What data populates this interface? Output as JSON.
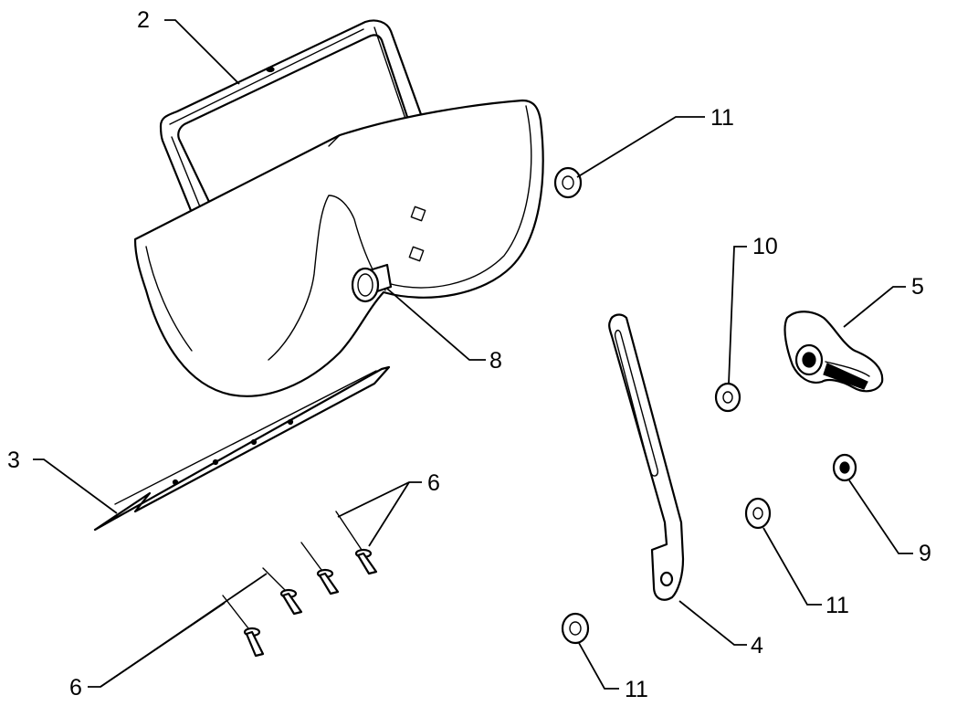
{
  "callouts": {
    "c2": "2",
    "c3": "3",
    "c4": "4",
    "c5": "5",
    "c6a": "6",
    "c6b": "6",
    "c8": "8",
    "c9": "9",
    "c10": "10",
    "c11a": "11",
    "c11b": "11",
    "c11c": "11"
  },
  "colors": {
    "line": "#000000",
    "background": "#ffffff"
  }
}
